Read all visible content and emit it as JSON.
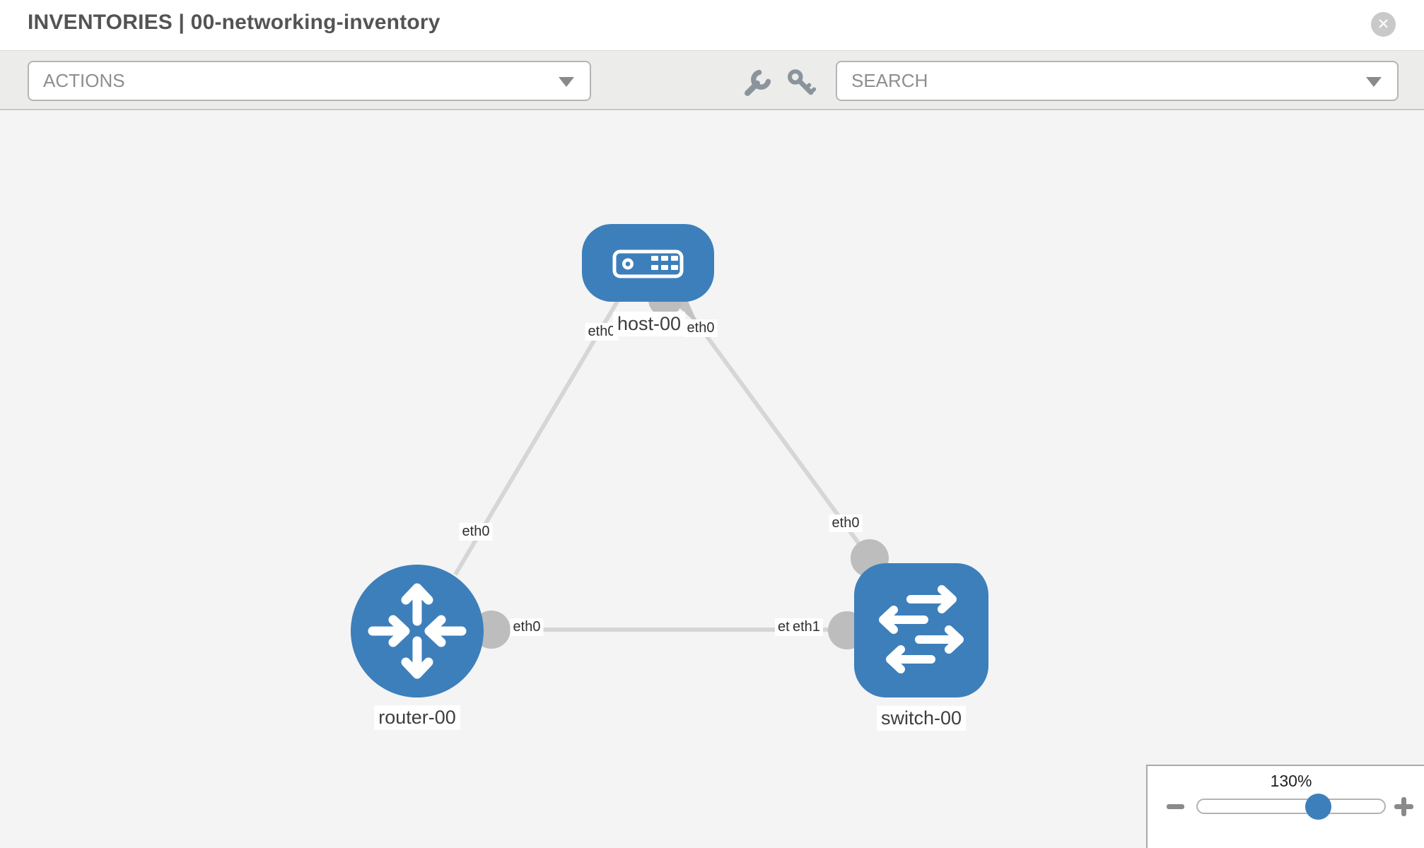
{
  "header": {
    "title": "INVENTORIES | 00-networking-inventory",
    "close_icon": "✕"
  },
  "toolbar": {
    "actions_label": "ACTIONS",
    "search_label": "SEARCH"
  },
  "topology": {
    "nodes": [
      {
        "id": "host-00",
        "type": "host",
        "label": "host-00"
      },
      {
        "id": "router-00",
        "type": "router",
        "label": "router-00"
      },
      {
        "id": "switch-00",
        "type": "switch",
        "label": "switch-00"
      }
    ],
    "links": [
      {
        "from": "host-00",
        "from_interface": "eth0",
        "to": "router-00",
        "to_interface": "eth0"
      },
      {
        "from": "host-00",
        "from_interface": "eth0",
        "to": "switch-00",
        "to_interface": "eth0"
      },
      {
        "from": "router-00",
        "from_interface": "eth0",
        "to": "switch-00",
        "to_interface": "eth1"
      }
    ],
    "interface_labels": {
      "host_side_router_link": "eth0",
      "host_side_switch_link": "eth0",
      "router_side_host_link": "eth0",
      "router_side_switch_link": "eth0",
      "switch_side_host_link": "eth0",
      "switch_side_router_link_back": "eth0",
      "switch_side_router_link_front": "eth1"
    }
  },
  "zoom": {
    "level": "130%"
  },
  "colors": {
    "node_blue": "#3d7fbb",
    "link_gray": "#d6d6d6",
    "endpoint_gray": "#bdbdbd",
    "canvas_bg": "#f4f4f4",
    "toolbar_bg": "#ececeb",
    "header_bg": "#ffffff"
  }
}
